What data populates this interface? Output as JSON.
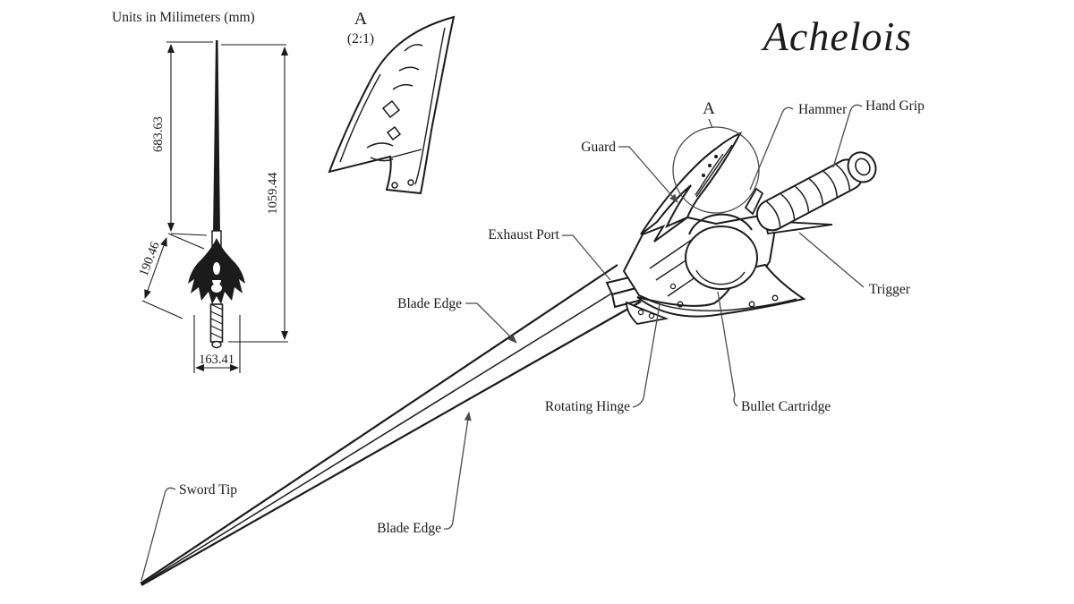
{
  "title": "Achelois",
  "units_note": "Units in Milimeters (mm)",
  "detail_view": {
    "label": "A",
    "scale": "(2:1)"
  },
  "callout": {
    "letter": "A"
  },
  "dimensions": {
    "blade_length": "683.63",
    "total_length": "1059.44",
    "guard_length": "190.46",
    "grip_width": "163.41"
  },
  "part_labels": {
    "guard": "Guard",
    "hammer": "Hammer",
    "hand_grip": "Hand Grip",
    "exhaust_port": "Exhaust Port",
    "trigger": "Trigger",
    "blade_edge_upper": "Blade Edge",
    "rotating_hinge": "Rotating Hinge",
    "bullet_cartridge": "Bullet Cartridge",
    "sword_tip": "Sword Tip",
    "blade_edge_lower": "Blade Edge"
  },
  "colors": {
    "ink": "#1b1b1b",
    "leader_line": "#4a4a4a",
    "background": "#ffffff"
  }
}
